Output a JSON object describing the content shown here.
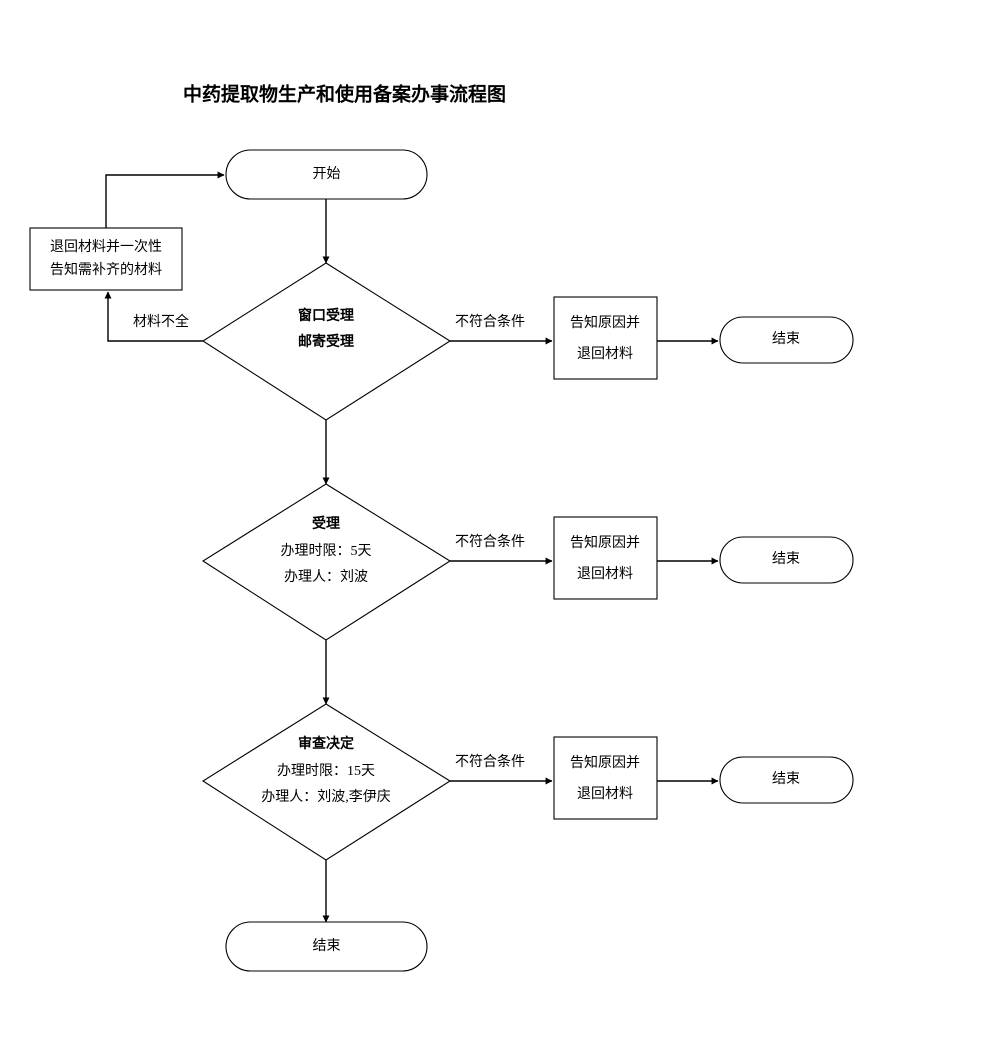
{
  "document": {
    "title": "中药提取物生产和使用备案办事流程图",
    "background_color": "#ffffff",
    "stroke_color": "#000000",
    "text_color": "#000000"
  },
  "nodes": {
    "start": {
      "label": "开始",
      "shape": "stadium"
    },
    "return_materials": {
      "line1": "退回材料并一次性",
      "line2": "告知需补齐的材料",
      "shape": "rectangle"
    },
    "decision_intake": {
      "line1": "窗口受理",
      "line2": "邮寄受理",
      "shape": "diamond"
    },
    "decision_accept": {
      "line1": "受理",
      "line2": "办理时限：5天",
      "line3": "办理人：刘波",
      "shape": "diamond"
    },
    "decision_review": {
      "line1": "审查决定",
      "line2": "办理时限：15天",
      "line3": "办理人：刘波,李伊庆",
      "shape": "diamond"
    },
    "notify_1": {
      "line1": "告知原因并",
      "line2": "退回材料",
      "shape": "rectangle"
    },
    "notify_2": {
      "line1": "告知原因并",
      "line2": "退回材料",
      "shape": "rectangle"
    },
    "notify_3": {
      "line1": "告知原因并",
      "line2": "退回材料",
      "shape": "rectangle"
    },
    "end_1": {
      "label": "结束",
      "shape": "stadium"
    },
    "end_2": {
      "label": "结束",
      "shape": "stadium"
    },
    "end_3": {
      "label": "结束",
      "shape": "stadium"
    },
    "end_final": {
      "label": "结束",
      "shape": "stadium"
    }
  },
  "edge_labels": {
    "incomplete_materials": "材料不全",
    "not_qualified_1": "不符合条件",
    "not_qualified_2": "不符合条件",
    "not_qualified_3": "不符合条件"
  }
}
